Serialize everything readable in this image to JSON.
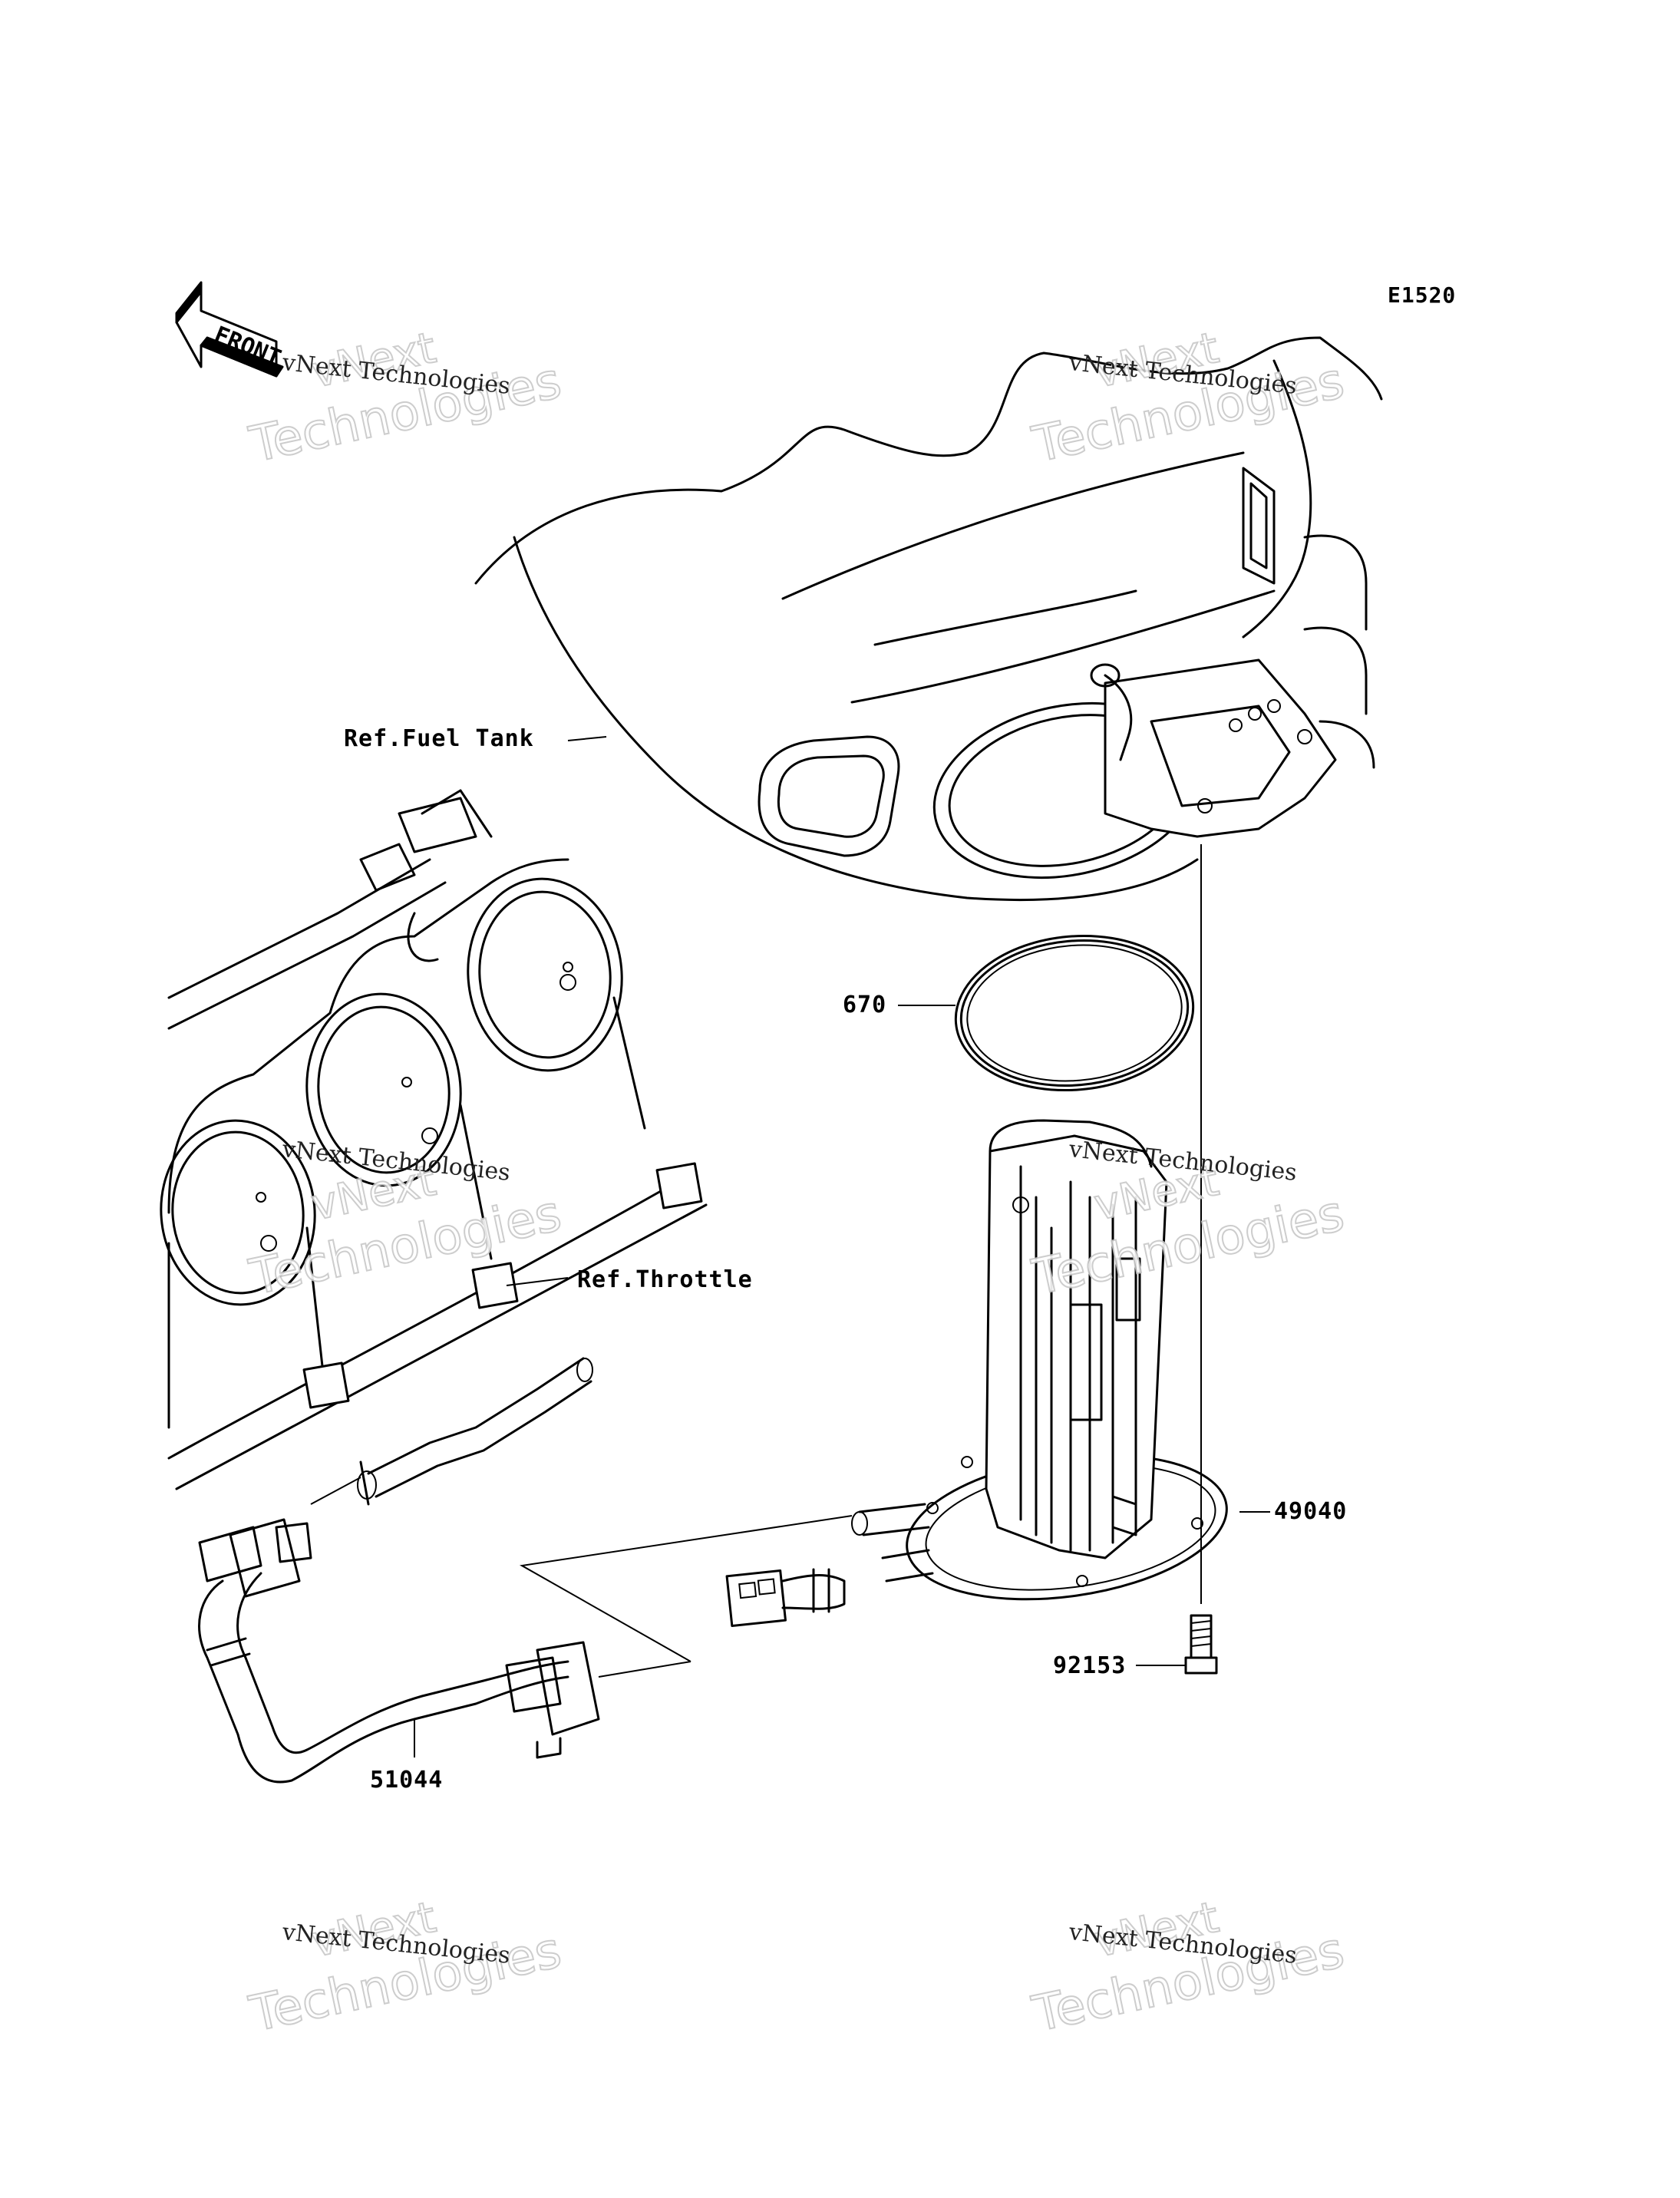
{
  "diagram": {
    "code": "E1520",
    "front_label": "FRONT",
    "watermark": {
      "company": "vNext Technologies",
      "line1": "vNext",
      "line2": "Technologies"
    },
    "callouts": {
      "fuel_tank": "Ref.Fuel Tank",
      "throttle": "Ref.Throttle",
      "o_ring": "670",
      "fuel_pump": "49040",
      "bolt": "92153",
      "hose": "51044"
    }
  }
}
